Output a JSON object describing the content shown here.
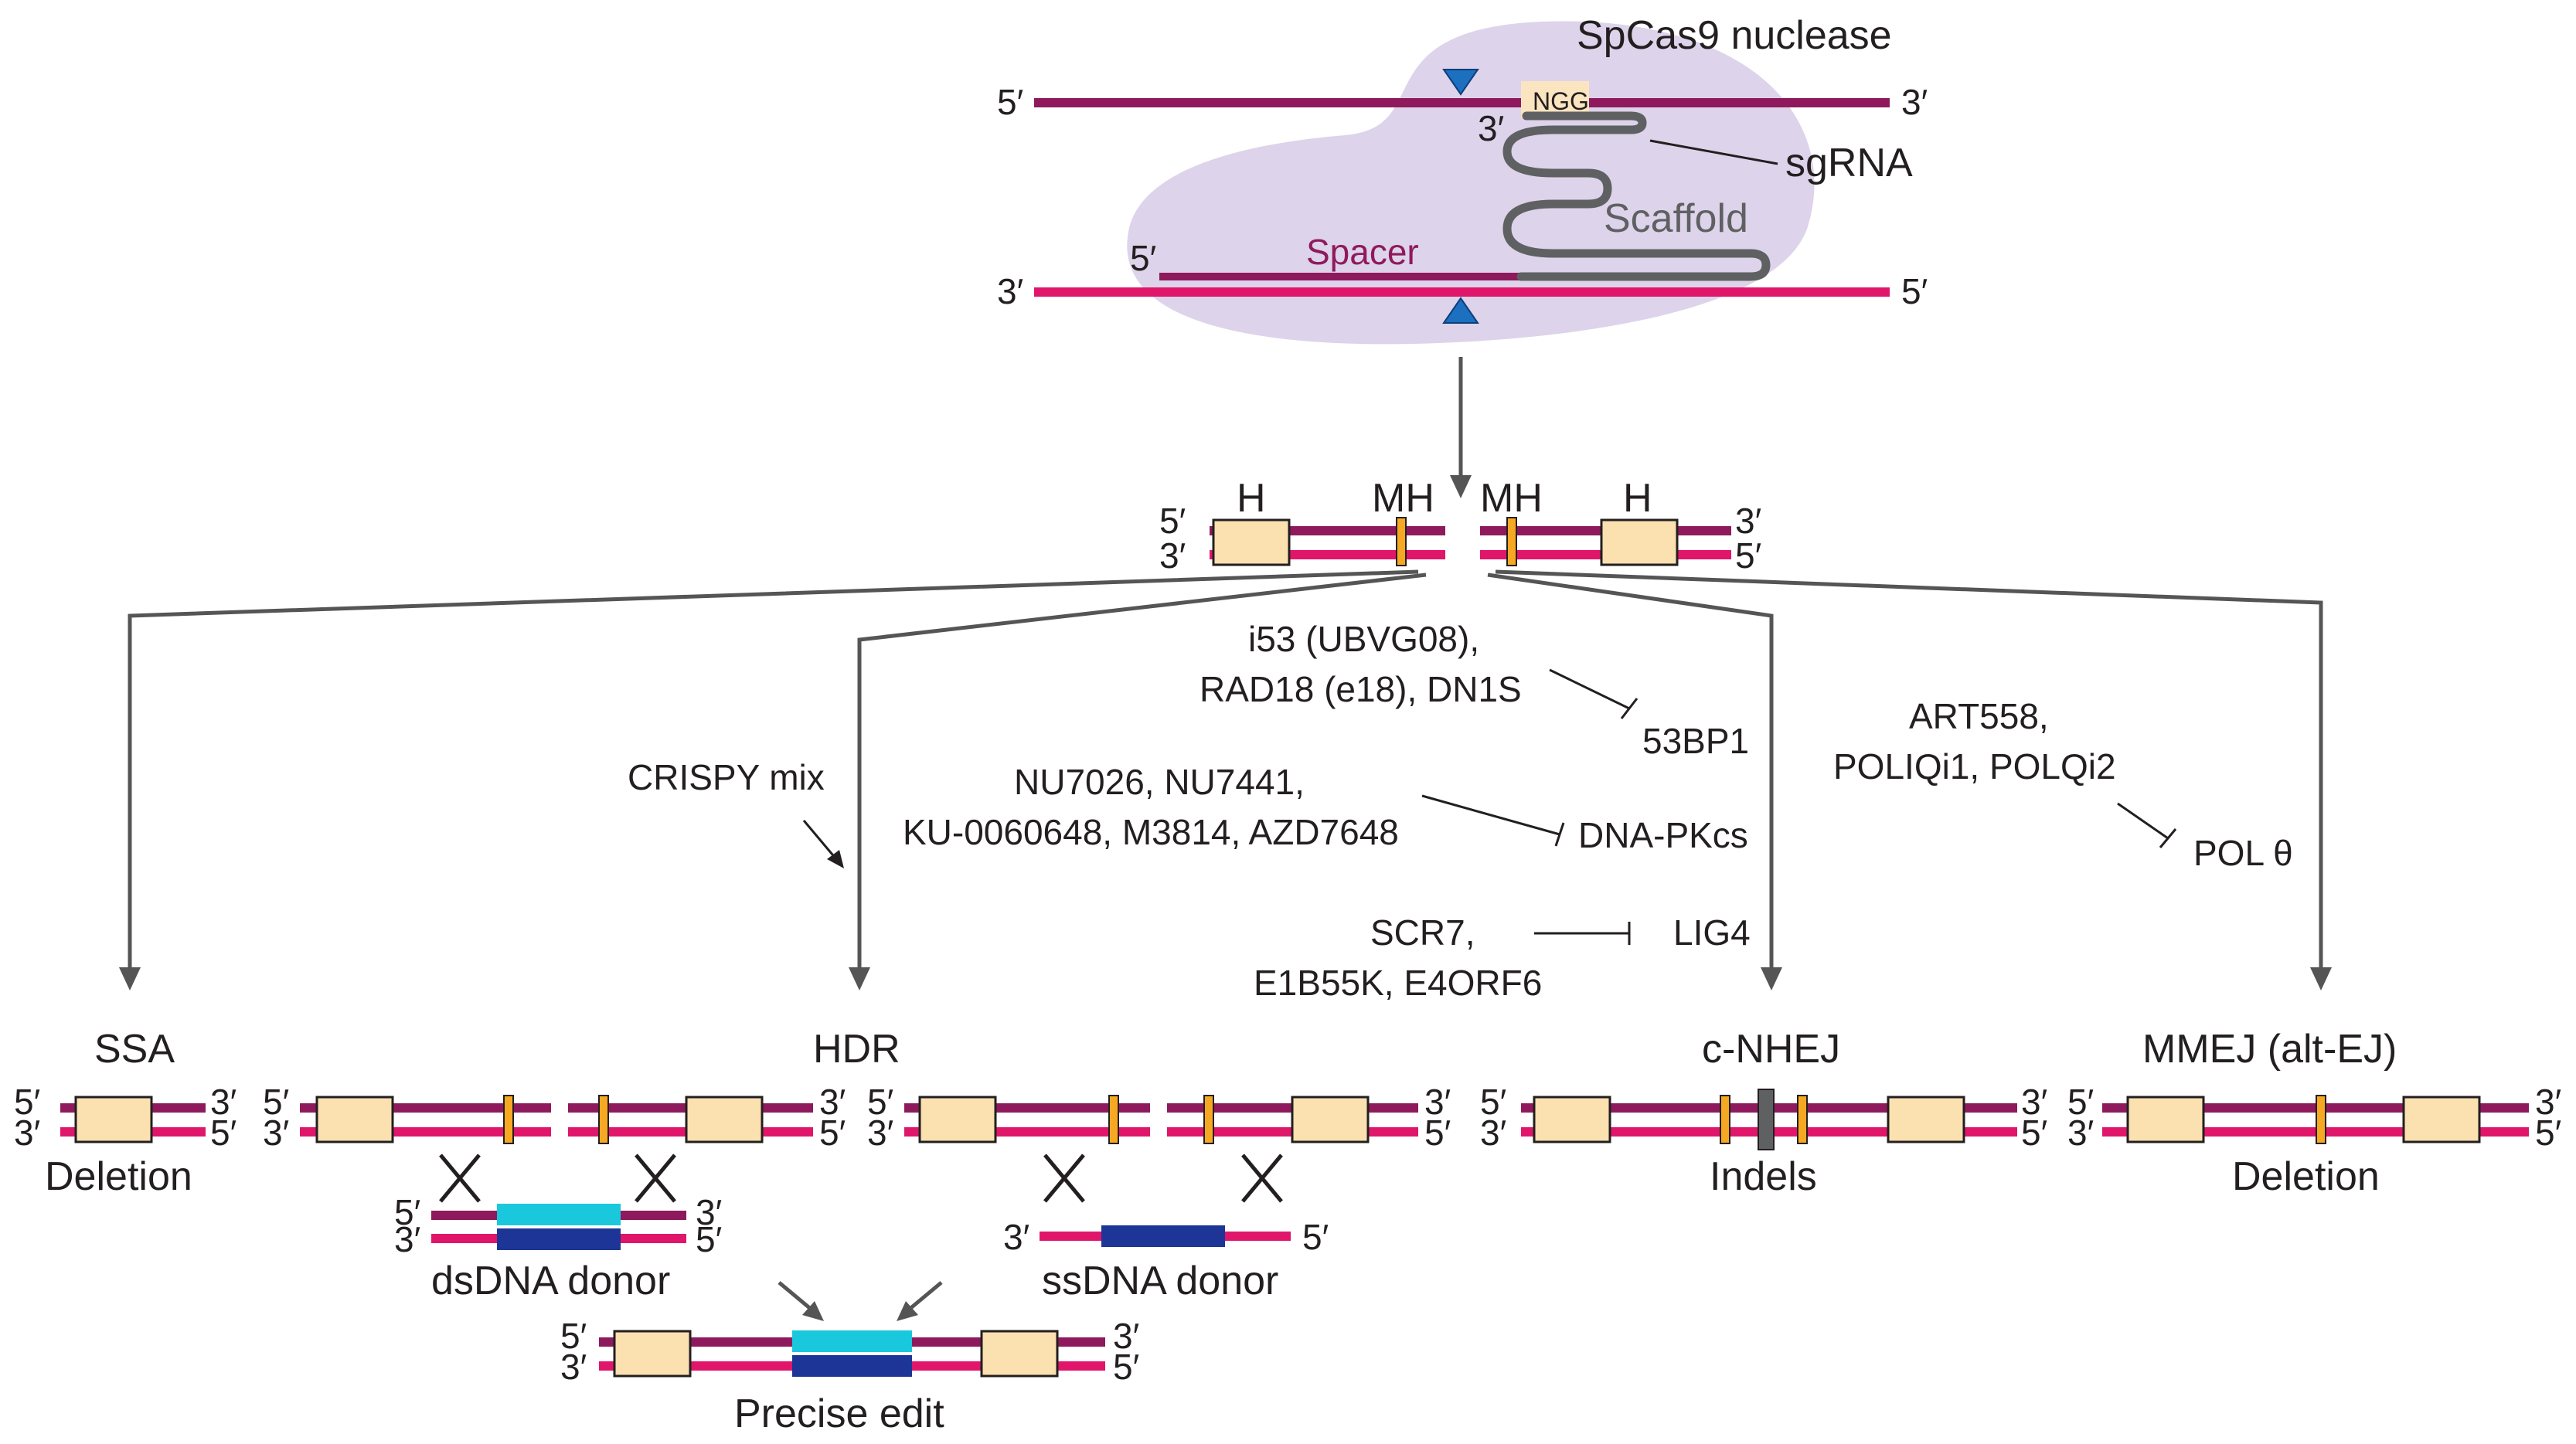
{
  "top": {
    "nuclease": "SpCas9 nuclease",
    "pam": "NGG",
    "sgrna": "sgRNA",
    "scaffold": "Scaffold",
    "spacer": "Spacer"
  },
  "ends": {
    "five": "5′",
    "three": "3′"
  },
  "dsb": {
    "h": "H",
    "mh": "MH"
  },
  "inhibitors": {
    "p53bp1": {
      "line1": "i53 (UBVG08),",
      "line2": "RAD18  (e18), DN1S",
      "target": "53BP1"
    },
    "crispy": "CRISPY mix",
    "dnapk": {
      "line1": "NU7026, NU7441,",
      "line2": "KU-0060648, M3814, AZD7648",
      "target": "DNA-PKcs"
    },
    "lig4": {
      "line1": "SCR7,",
      "line2": "E1B55K, E4ORF6",
      "target": "LIG4"
    },
    "polq": {
      "line1": "ART558,",
      "line2": "POLIQi1, POLQi2",
      "target": "POL θ"
    }
  },
  "pathways": {
    "ssa": {
      "title": "SSA",
      "outcome": "Deletion"
    },
    "hdr": {
      "title": "HDR",
      "ds_donor": "dsDNA donor",
      "ss_donor": "ssDNA donor",
      "outcome": "Precise edit"
    },
    "nhej": {
      "title": "c-NHEJ",
      "outcome": "Indels"
    },
    "mmej": {
      "title": "MMEJ (alt-EJ)",
      "outcome": "Deletion"
    }
  },
  "colors": {
    "top_strand": "#8e1a5d",
    "bottom_strand": "#e0166b",
    "homology_box": "#fbe0b0",
    "microhomology": "#f7a823",
    "cas9": "#ddd3ea",
    "sgrna": "#5f6062",
    "cut_marker": "#1d6fc0",
    "donor_top": "#19c8dc",
    "donor_bottom": "#1c3597"
  }
}
